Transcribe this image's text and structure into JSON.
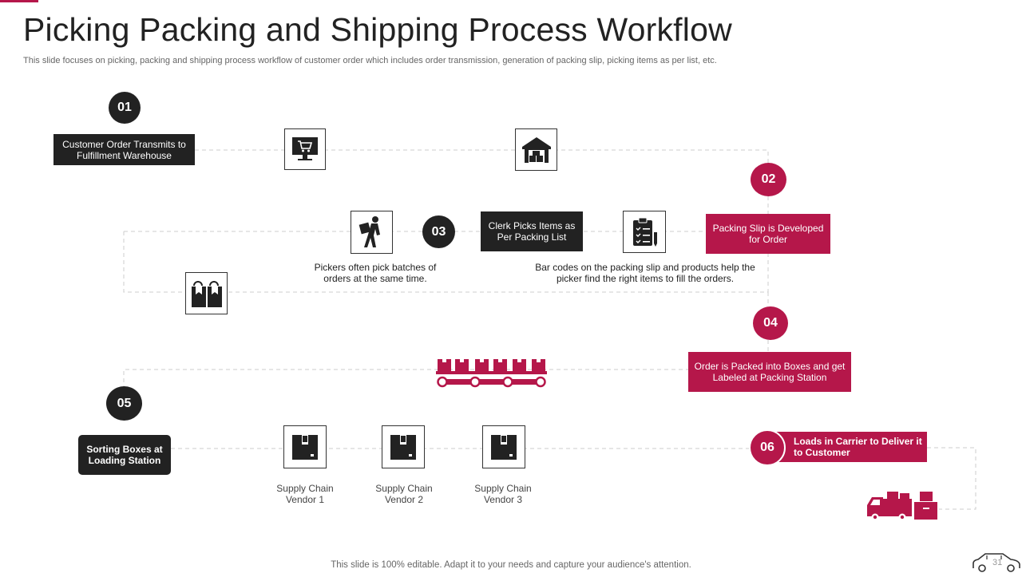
{
  "title": "Picking Packing and Shipping Process Workflow",
  "subtitle": "This slide focuses on picking, packing and shipping process workflow of customer order which includes order transmission, generation of packing slip, picking items as per list, etc.",
  "steps": [
    {
      "number": "01",
      "label": "Customer Order Transmits to Fulfillment Warehouse"
    },
    {
      "number": "02",
      "label": "Packing Slip is Developed for Order"
    },
    {
      "number": "03",
      "label": "Clerk Picks Items as Per Packing List"
    },
    {
      "number": "04",
      "label": "Order is Packed into Boxes and get Labeled at Packing Station"
    },
    {
      "number": "05",
      "label": "Sorting Boxes at Loading Station"
    },
    {
      "number": "06",
      "label": "Loads in Carrier to Deliver it to Customer"
    }
  ],
  "notes": {
    "pickers": "Pickers often pick batches of orders at the same time.",
    "barcodes": "Bar codes on the packing slip and products help the picker find the right items to fill the orders."
  },
  "vendors": [
    "Supply Chain Vendor 1",
    "Supply Chain Vendor 2",
    "Supply Chain Vendor 3"
  ],
  "icons": [
    "computer-cart-icon",
    "warehouse-icon",
    "clipboard-checklist-icon",
    "picker-worker-icon",
    "shopping-bags-icon",
    "conveyor-belt-icon",
    "box-icon",
    "delivery-truck-icon",
    "car-outline-icon"
  ],
  "colors": {
    "accent": "#b5174a",
    "dark": "#222222"
  },
  "footer": "This slide is 100% editable. Adapt it to your needs and capture your audience's attention.",
  "page_number": "31"
}
